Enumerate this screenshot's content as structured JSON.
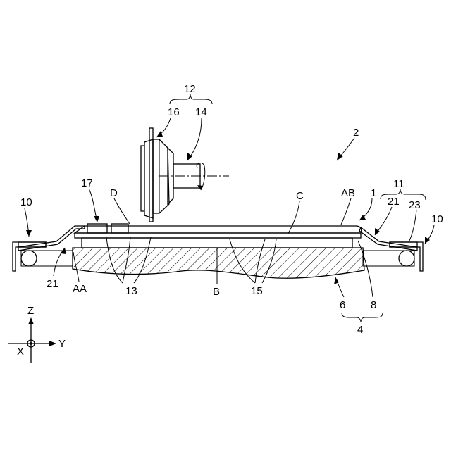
{
  "figure": {
    "labels": {
      "l12": "12",
      "l16": "16",
      "l14": "14",
      "l2": "2",
      "l11": "11",
      "l17": "17",
      "lD": "D",
      "lAB": "AB",
      "l1": "1",
      "lC": "C",
      "l21r": "21",
      "l23": "23",
      "l10l": "10",
      "l10r": "10",
      "l21l": "21",
      "lAA": "AA",
      "l13": "13",
      "lB": "B",
      "l15": "15",
      "l6": "6",
      "l8": "8",
      "l4": "4"
    },
    "axes": {
      "z": "Z",
      "y": "Y",
      "x": "X"
    }
  }
}
